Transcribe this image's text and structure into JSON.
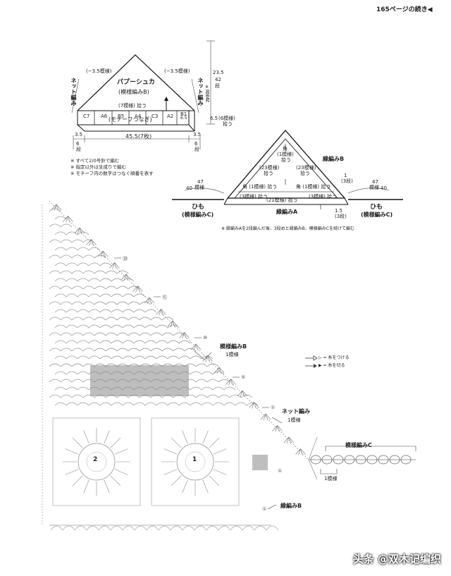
{
  "header": {
    "continuation": "165ページの続き◀"
  },
  "diagram1": {
    "title": "パプーシュカ",
    "subtitle": "(模様編みB)",
    "left_dec": "(−3.5模様)",
    "right_dec": "(−3.5模様)",
    "side_label_left": "ネット編み",
    "side_label_right": "ネット編み",
    "right_note": "※図参照",
    "pickup": "(7模様) 拾う",
    "motifs": [
      "C7",
      "A6",
      "B5",
      "A4",
      "C3",
      "A2",
      "B1"
    ],
    "motif_join": "(モチーフつなぎ)",
    "dim_height": "23.5",
    "dim_height_rows": "42",
    "dim_height_unit": "段",
    "dim_row": "6.5",
    "dim_row_pick": "(6模様)",
    "dim_row_pick2": "拾う",
    "dim_row_small": "6.5",
    "dim_left": "3.5",
    "dim_left_rows": "6",
    "dim_left_unit": "段",
    "dim_width": "45.5(7枚)",
    "dim_right": "3.5",
    "dim_right_rows": "6",
    "dim_right_unit": "段"
  },
  "notes": [
    "※ すべて2/0号針で編む",
    "※ 指定以外は生成りで編む",
    "※ モチーフ内の数字はつなぐ順番を表す"
  ],
  "diagram2": {
    "apex": "角",
    "apex_pick": "(1模様)",
    "apex_pick2": "拾う",
    "edge_b": "縁編みB",
    "left_23": "(23模様)",
    "left_23b": "拾う",
    "right_23": "(23模様)",
    "right_23b": "拾う",
    "mid_left": "角 (1模様) 拾う",
    "mid_right": "角 (1模様) 拾う",
    "low_left": "(3模様) 拾う",
    "low_mid": "(21模様) 拾う",
    "low_right": "(3模様) 拾う",
    "edge_a": "縁編みA",
    "dim_1": "1",
    "dim_1_rows": "(3段)",
    "dim_15": "1.5",
    "dim_15_rows": "(3段)",
    "cord_left": "47",
    "cord_left_unit": "模様",
    "cord_left_len": "40",
    "cord_right": "47",
    "cord_right_unit": "模様",
    "cord_right_len": "40",
    "himo_left": "ひも",
    "himo_left_sub": "(模様編みC)",
    "himo_right": "ひも",
    "himo_right_sub": "(模様編みC)",
    "footnote": "※ 縁編みAを2段編んだ後、3段めと縁編みB、模様編みCを続けて編む"
  },
  "chart": {
    "label_b": "模様編みB",
    "label_b_count": "1模様",
    "label_net": "ネット編み",
    "label_net_count": "1模様",
    "label_c": "模様編みC",
    "label_c_count": "1模様",
    "label_edge_b": "縁編みB",
    "motif_2": "2",
    "motif_1": "1",
    "legend_attach": "▷ = 糸をつける",
    "legend_cut": "▶ = 糸を切る",
    "row_markers": [
      "⑳",
      "⑮",
      "⑩",
      "⑤",
      "①",
      "①",
      "①"
    ]
  },
  "watermark": "头条 @双木记编织"
}
